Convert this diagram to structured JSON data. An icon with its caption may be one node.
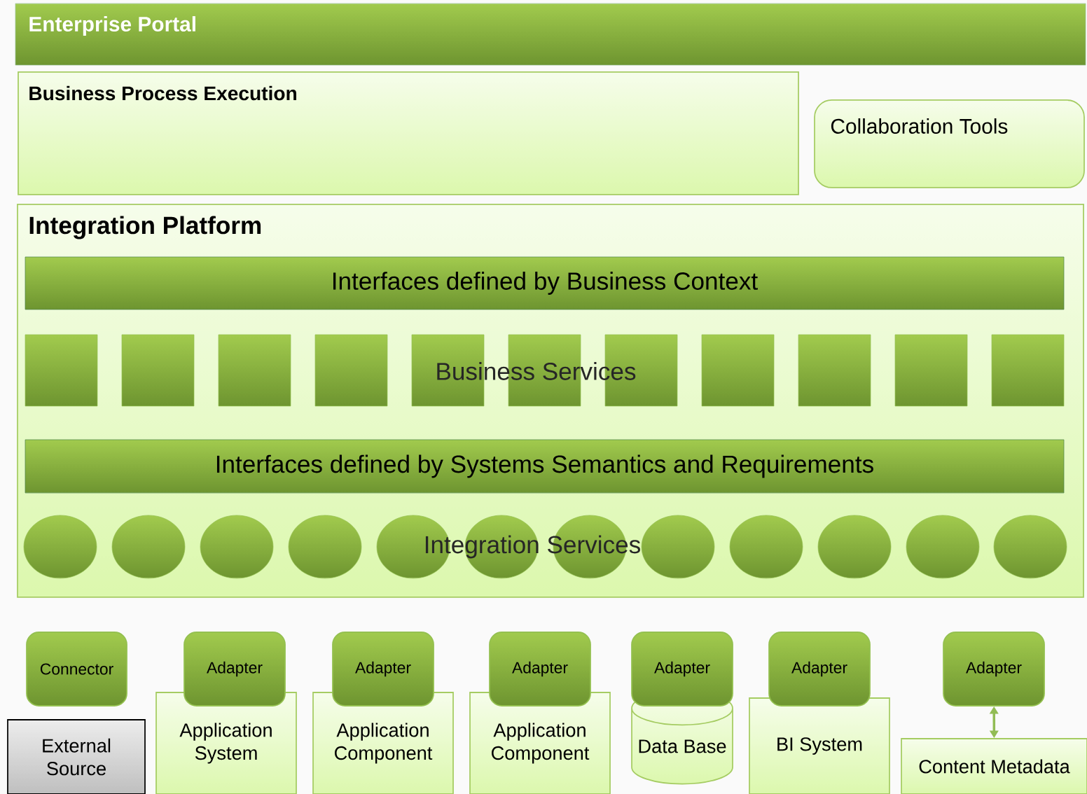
{
  "diagram": {
    "nodes": [
      {
        "text": [
          "Enterprise Portal"
        ]
      },
      {
        "text": [
          "Business Process Execution"
        ]
      },
      {
        "text": [
          "Collaboration Tools"
        ]
      },
      {
        "text": [
          "Integration Platform"
        ]
      },
      {
        "text": [
          "Interfaces defined by Business Context"
        ],
        "in": 3
      },
      {
        "text": [],
        "shape": "box",
        "in": 3
      },
      {
        "text": [],
        "shape": "box",
        "in": 3
      },
      {
        "text": [],
        "shape": "box",
        "in": 3
      },
      {
        "text": [],
        "shape": "box",
        "in": 3
      },
      {
        "text": [],
        "shape": "box",
        "in": 3
      },
      {
        "text": [],
        "shape": "box",
        "in": 3
      },
      {
        "text": [],
        "shape": "box",
        "in": 3
      },
      {
        "text": [],
        "shape": "box",
        "in": 3
      },
      {
        "text": [],
        "shape": "box",
        "in": 3
      },
      {
        "text": [],
        "shape": "box",
        "in": 3
      },
      {
        "text": [],
        "shape": "box",
        "in": 3
      },
      {
        "text": [
          "Interfaces defined by Systems Semantics  and Requirements"
        ],
        "in": 3
      },
      {
        "text": [],
        "shape": "ellipse",
        "in": 3
      },
      {
        "text": [],
        "shape": "ellipse",
        "in": 3
      },
      {
        "text": [],
        "shape": "ellipse",
        "in": 3
      },
      {
        "text": [],
        "shape": "ellipse",
        "in": 3
      },
      {
        "text": [],
        "shape": "ellipse",
        "in": 3
      },
      {
        "text": [],
        "shape": "ellipse",
        "in": 3
      },
      {
        "text": [],
        "shape": "ellipse",
        "in": 3
      },
      {
        "text": [],
        "shape": "ellipse",
        "in": 3
      },
      {
        "text": [],
        "shape": "ellipse",
        "in": 3
      },
      {
        "text": [],
        "shape": "ellipse",
        "in": 3
      },
      {
        "text": [],
        "shape": "ellipse",
        "in": 3
      },
      {
        "text": [],
        "shape": "ellipse",
        "in": 3
      },
      {
        "text": [
          "Connector"
        ]
      },
      {
        "text": [
          "External Source"
        ]
      },
      {
        "text": [
          "Adapter"
        ]
      },
      {
        "text": [
          "Application System"
        ]
      },
      {
        "text": [
          "Adapter"
        ]
      },
      {
        "text": [
          "Application Component"
        ]
      },
      {
        "text": [
          "Adapter"
        ]
      },
      {
        "text": [
          "Application Component"
        ]
      },
      {
        "text": [
          "Adapter"
        ]
      },
      {
        "text": [
          "Data Base"
        ]
      },
      {
        "text": [
          "Adapter"
        ]
      },
      {
        "text": [
          "BI System"
        ]
      },
      {
        "text": [
          "Adapter"
        ]
      },
      {
        "text": [
          "Content Metadata"
        ]
      }
    ],
    "edges": [
      {
        "from": 41,
        "to": 42,
        "arrow": "both"
      }
    ],
    "labels": [
      "Business Services",
      "Integration Services"
    ]
  }
}
